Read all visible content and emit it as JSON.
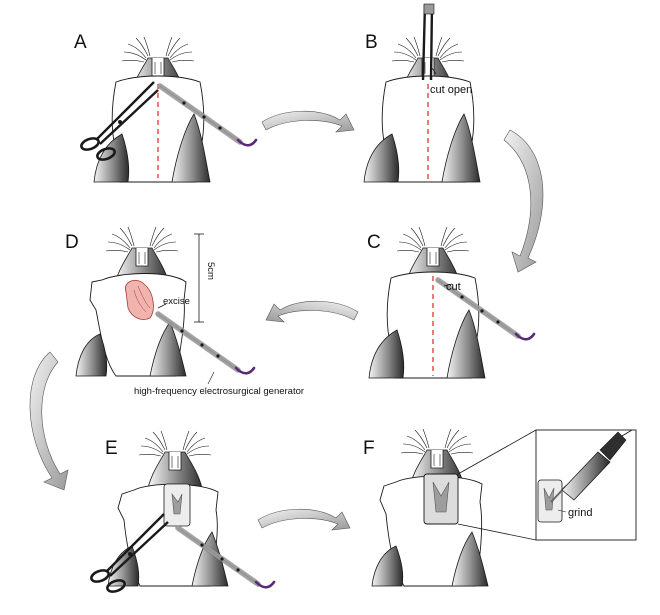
{
  "panels": {
    "a": {
      "letter": "A"
    },
    "b": {
      "letter": "B",
      "annotation": "cut open"
    },
    "c": {
      "letter": "C",
      "annotation": "cut"
    },
    "d": {
      "letter": "D",
      "annotation": "excise",
      "scale": "5cm",
      "caption": "high-frequency electrosurgical generator"
    },
    "e": {
      "letter": "E"
    },
    "f": {
      "letter": "F",
      "annotation": "grind"
    }
  },
  "colors": {
    "line": "#1a1a1a",
    "incision": "#d9261c",
    "tissue": "#f1b3ad",
    "tissue_edge": "#a33a35",
    "instrument_accent": "#5a2a78",
    "shade_dark": "#3a3a3a",
    "arrow_fill": "#c8c8c8"
  },
  "icons": [
    "scissors-icon",
    "forceps-icon",
    "drill-icon",
    "flow-arrow-icon"
  ]
}
